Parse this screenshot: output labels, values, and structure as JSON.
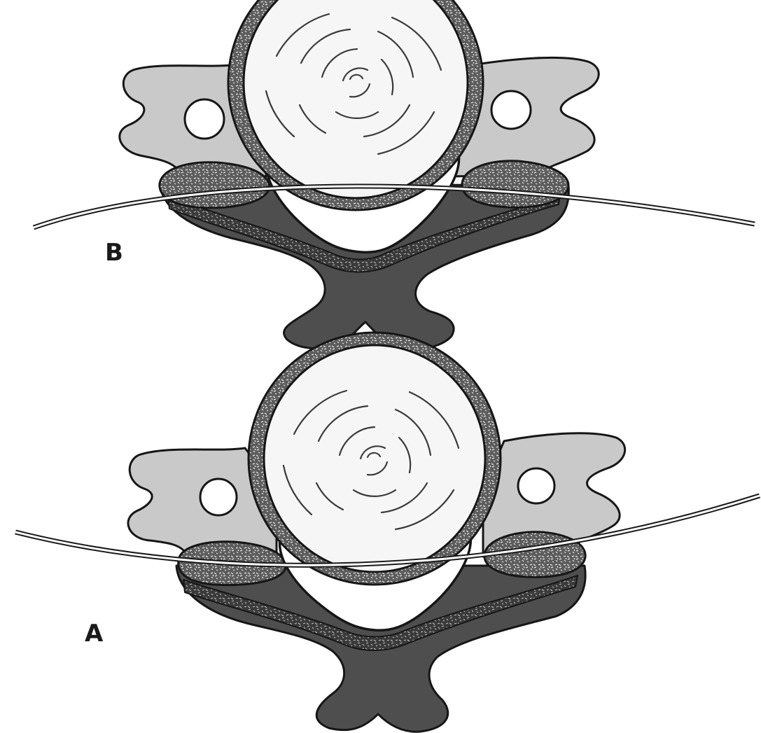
{
  "panels": [
    {
      "id": "B",
      "label": "B"
    },
    {
      "id": "A",
      "label": "A"
    }
  ],
  "colors": {
    "background": "#ffffff",
    "transverse_process": "#c9c9c9",
    "lamina_dark": "#4e4e4e",
    "cortical_texture": "#5c5c5c",
    "vertebral_body": "#f6f6f6",
    "outline": "#161616"
  }
}
